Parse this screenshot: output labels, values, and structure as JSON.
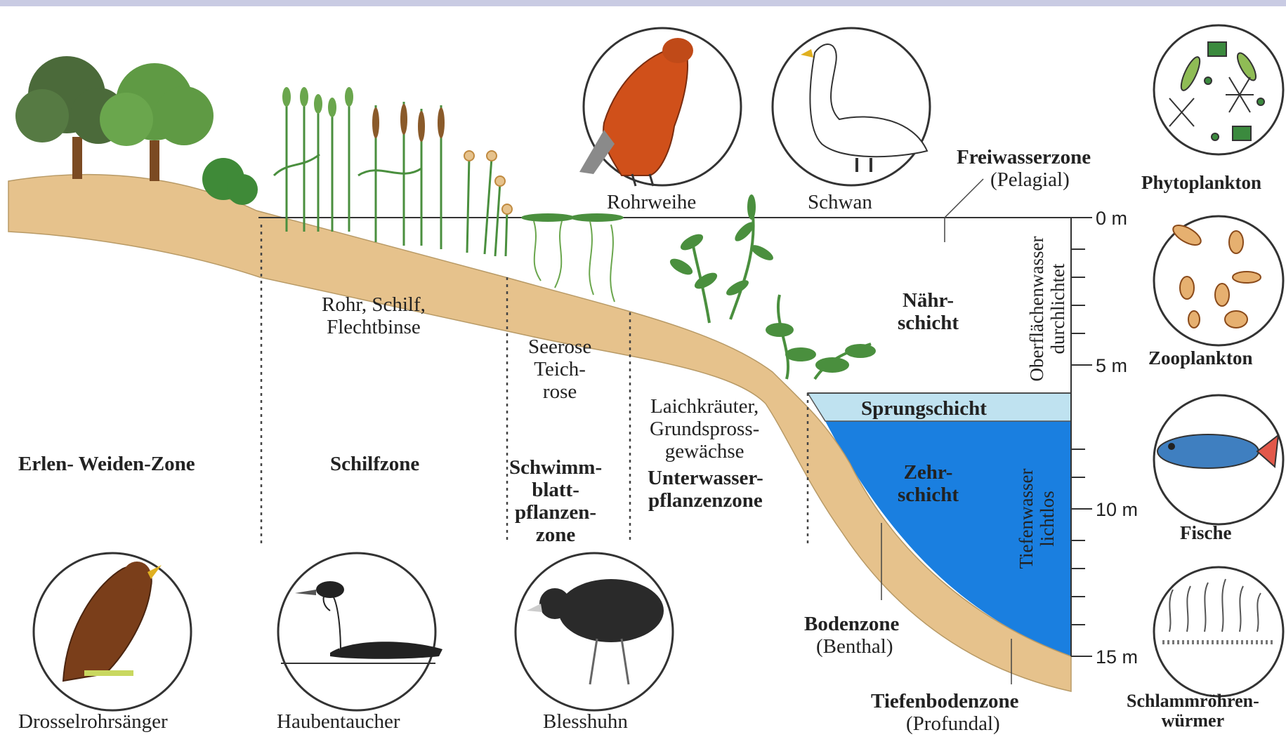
{
  "colors": {
    "soil": "#e6c28c",
    "thermocline": "#bfe2f0",
    "deep_water": "#1a7fe0",
    "kite": "#d0501a",
    "tree": "#4f8f3c",
    "plant": "#4a8f3e"
  },
  "zones": {
    "erlen": "Erlen- Weiden-Zone",
    "schilf": "Schilfzone",
    "schwimm": "Schwimm-\nblatt-\npflanzen-\nzone",
    "unterwasser": "Unterwasser-\npflanzenzone"
  },
  "plants": {
    "schilf": "Rohr, Schilf,\nFlechtbinse",
    "seerose": "Seerose\nTeich-\nrose",
    "laich": "Laichkräuter,\nGrundspross-\ngewächse"
  },
  "water": {
    "freiwasser_title": "Freiwasserzone",
    "freiwasser_sub": "(Pelagial)",
    "naehr": "Nähr-\nschicht",
    "sprung": "Sprungschicht",
    "zehr": "Zehr-\nschicht",
    "oberflaeche": "Oberflächenwasser\ndurchlichtet",
    "tiefen": "Tiefenwasser\nlichtlos",
    "boden_title": "Bodenzone",
    "boden_sub": "(Benthal)",
    "tiefboden_title": "Tiefenbodenzone",
    "tiefboden_sub": "(Profundal)"
  },
  "depths": [
    "0 m",
    "5 m",
    "10 m",
    "15 m"
  ],
  "animals": {
    "rohrweihe": "Rohrweihe",
    "schwan": "Schwan",
    "drossel": "Drosselrohrsänger",
    "hauben": "Haubentaucher",
    "bless": "Blesshuhn"
  },
  "organisms": {
    "phyto": "Phytoplankton",
    "zoo": "Zooplankton",
    "fische": "Fische",
    "wuermer": "Schlammröhren-\nwürmer"
  }
}
